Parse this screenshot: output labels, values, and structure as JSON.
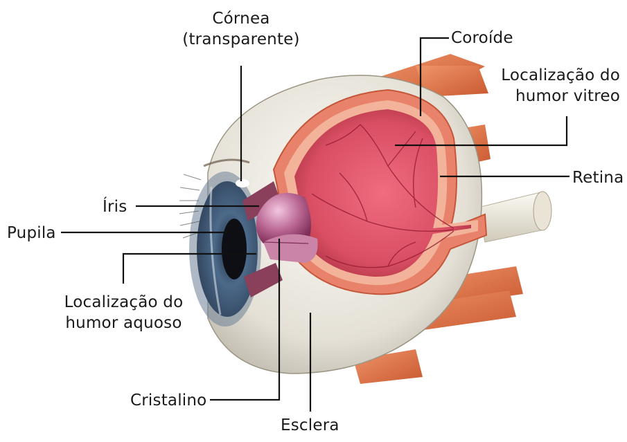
{
  "diagram": {
    "labels": {
      "cornea": [
        "Córnea",
        "(transparente)"
      ],
      "coroide": "Coroíde",
      "vitreo": [
        "Localização do",
        "humor vitreo"
      ],
      "retina": "Retina",
      "iris": "Íris",
      "pupila": "Pupila",
      "aquoso": [
        "Localização do",
        "humor aquoso"
      ],
      "cristalino": "Cristalino",
      "esclera": "Esclera"
    }
  }
}
